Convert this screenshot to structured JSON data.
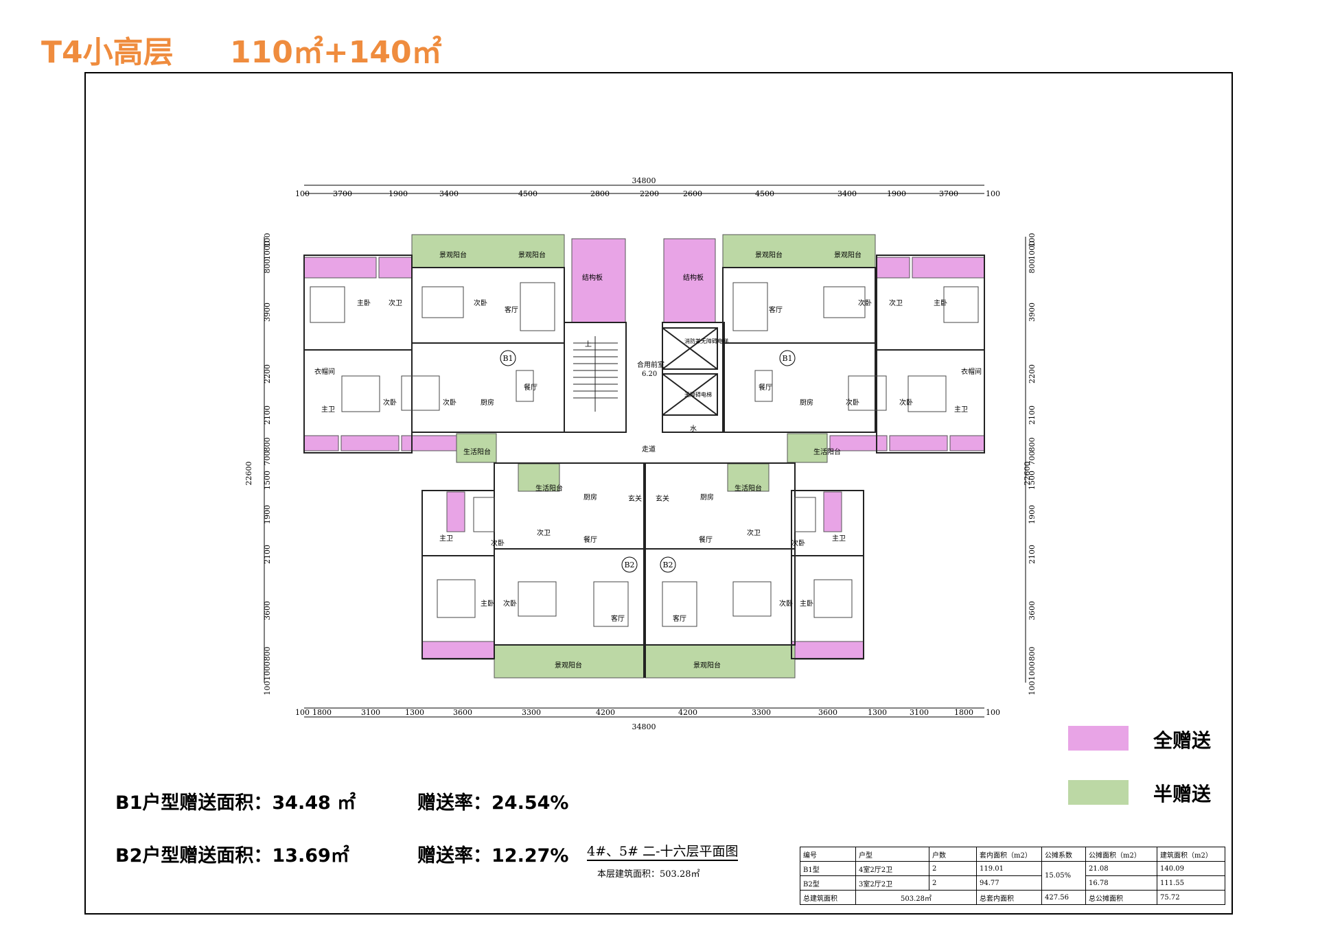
{
  "header": {
    "title": "T4小高层",
    "area": "110㎡+140㎡"
  },
  "colors": {
    "title": "#ef8c3e",
    "full_gift": "#e8a4e6",
    "half_gift": "#bcd8a5",
    "line": "#000000"
  },
  "dims": {
    "top_total": "34800",
    "top_segments": [
      "100",
      "3700",
      "1900",
      "3400",
      "4500",
      "2800",
      "2200",
      "2600",
      "4500",
      "3400",
      "1900",
      "3700",
      "100"
    ],
    "bottom_total": "34800",
    "bottom_segments": [
      "100",
      "1800",
      "3100",
      "1300",
      "3600",
      "3300",
      "4200",
      "4200",
      "3300",
      "3600",
      "1300",
      "3100",
      "1800",
      "100"
    ],
    "side_total": "22600",
    "side_segments": [
      "100",
      "1000",
      "800",
      "3900",
      "2200",
      "2100",
      "800",
      "700",
      "1500",
      "1900",
      "2100",
      "3600",
      "800",
      "1000",
      "100"
    ]
  },
  "rooms": {
    "master_bed": "主卧",
    "second_bed": "次卧",
    "living": "客厅",
    "dining": "餐厅",
    "kitchen": "厨房",
    "bath": "次卫",
    "master_bath": "主卫",
    "cloak": "衣帽间",
    "view_balcony": "景观阳台",
    "life_balcony": "生活阳台",
    "structure_board": "结构板",
    "lobby": "合用前室",
    "lobby_area": "6.20",
    "corridor": "走道",
    "foyer": "玄关",
    "fire_elevator": "消防兼无障碍电梯",
    "elevator": "无障碍电梯",
    "water": "水",
    "up": "上",
    "b1": "B1",
    "b2": "B2"
  },
  "legend": {
    "full": "全赠送",
    "half": "半赠送"
  },
  "stats": {
    "b1_gift": "B1户型赠送面积：34.48 ㎡",
    "b1_rate": "赠送率：24.54%",
    "b2_gift": "B2户型赠送面积：13.69㎡",
    "b2_rate": "赠送率：12.27%"
  },
  "plan_caption": {
    "title": "4#、5# 二-十六层平面图",
    "subtitle": "本层建筑面积：503.28㎡"
  },
  "table": {
    "headers": [
      "编号",
      "户型",
      "户数",
      "套内面积（m2）",
      "公摊系数",
      "公摊面积（m2）",
      "建筑面积（m2）"
    ],
    "rows": [
      [
        "B1型",
        "4室2厅2卫",
        "2",
        "119.01",
        "15.05%",
        "21.08",
        "140.09"
      ],
      [
        "B2型",
        "3室2厅2卫",
        "2",
        "94.77",
        "",
        "16.78",
        "111.55"
      ]
    ],
    "footer": [
      "总建筑面积",
      "503.28㎡",
      "总套内面积",
      "427.56",
      "总公摊面积",
      "75.72"
    ]
  }
}
